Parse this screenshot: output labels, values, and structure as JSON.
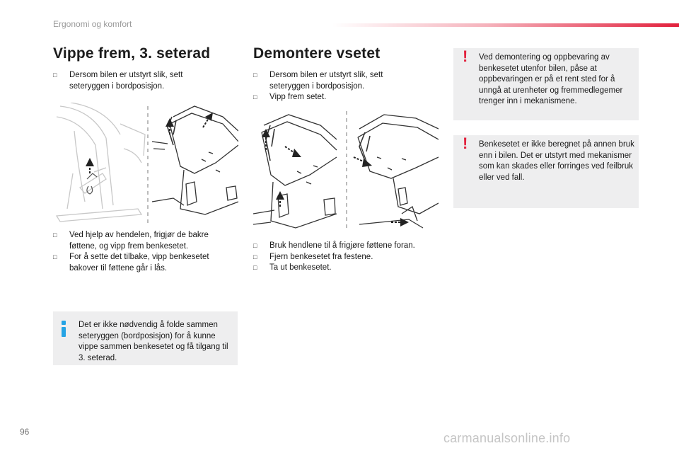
{
  "header": {
    "section": "Ergonomi og komfort"
  },
  "left": {
    "title": "Vippe frem, 3. seterad",
    "intro_bullets": [
      "Dersom bilen er utstyrt slik, sett seteryggen i bordposisjon."
    ],
    "bullets": [
      "Ved hjelp av hendelen, frigjør de bakre føttene, og vipp frem benkesetet.",
      "For å sette det tilbake, vipp benkesetet bakover til føttene går i lås."
    ],
    "info": "Det er ikke nødvendig å folde sammen seteryggen (bordposisjon) for å kunne vippe sammen benkesetet og få tilgang til 3. seterad."
  },
  "middle": {
    "title": "Demontere vsetet",
    "intro_bullets": [
      "Dersom bilen er utstyrt slik, sett seteryggen i bordposisjon.",
      "Vipp frem setet."
    ],
    "bullets": [
      "Bruk hendlene til å frigjøre føttene foran.",
      "Fjern benkesetet fra festene.",
      "Ta ut benkesetet."
    ]
  },
  "right": {
    "warnings": [
      "Ved demontering og oppbevaring av benkesetet utenfor bilen, påse at oppbevaringen er på et rent sted for å unngå at urenheter og fremmedlegemer trenger inn i mekanismene.",
      "Benkesetet er ikke beregnet på annen bruk enn i bilen. Det er utstyrt med mekanismer som kan skades eller forringes ved feilbruk eller ved fall."
    ]
  },
  "icons": {
    "bullet_marker": "checkbox-marker-icon",
    "info": "info-icon",
    "warning": "warning-exclamation-icon"
  },
  "colors": {
    "accent_red": "#e2203c",
    "info_blue": "#25a3e4",
    "box_gray": "#eeeeef"
  },
  "footer": {
    "page": "96",
    "watermark": "carmanualsonline.info"
  }
}
